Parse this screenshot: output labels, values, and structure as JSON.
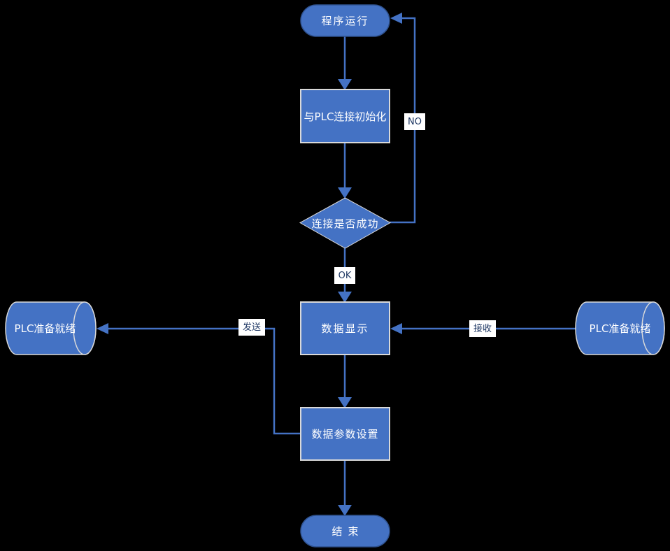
{
  "diagram": {
    "type": "flowchart",
    "background": "#000000",
    "colors": {
      "shape_fill": "#4472C4",
      "process_border": "#D9D9D9",
      "stadium_border": "#2F528F",
      "connector": "#4472C4",
      "shape_text": "#FFFFFF",
      "edge_label_text": "#1F3864",
      "edge_label_bg": "#FFFFFF"
    },
    "nodes": {
      "start": {
        "label": "程序运行",
        "type": "terminator"
      },
      "init": {
        "label": "与PLC连接初始化",
        "type": "process"
      },
      "decision": {
        "label": "连接是否成功",
        "type": "decision"
      },
      "display": {
        "label": "数据显示",
        "type": "process"
      },
      "params": {
        "label": "数据参数设置",
        "type": "process"
      },
      "end": {
        "label": "结束",
        "type": "terminator"
      },
      "plc_left": {
        "label": "PLC准备就绪",
        "type": "storage-cylinder"
      },
      "plc_right": {
        "label": "PLC准备就绪",
        "type": "storage-cylinder"
      }
    },
    "edges": [
      {
        "from": "start",
        "to": "init",
        "label": ""
      },
      {
        "from": "init",
        "to": "decision",
        "label": ""
      },
      {
        "from": "decision",
        "to": "start",
        "label": "NO"
      },
      {
        "from": "decision",
        "to": "display",
        "label": "OK"
      },
      {
        "from": "plc_right",
        "to": "display",
        "label": "接收"
      },
      {
        "from": "display",
        "to": "params",
        "label": ""
      },
      {
        "from": "params",
        "to": "plc_left",
        "label": "发送"
      },
      {
        "from": "params",
        "to": "end",
        "label": ""
      }
    ],
    "edge_labels": {
      "no": "NO",
      "ok": "OK",
      "send": "发送",
      "receive": "接收"
    }
  }
}
